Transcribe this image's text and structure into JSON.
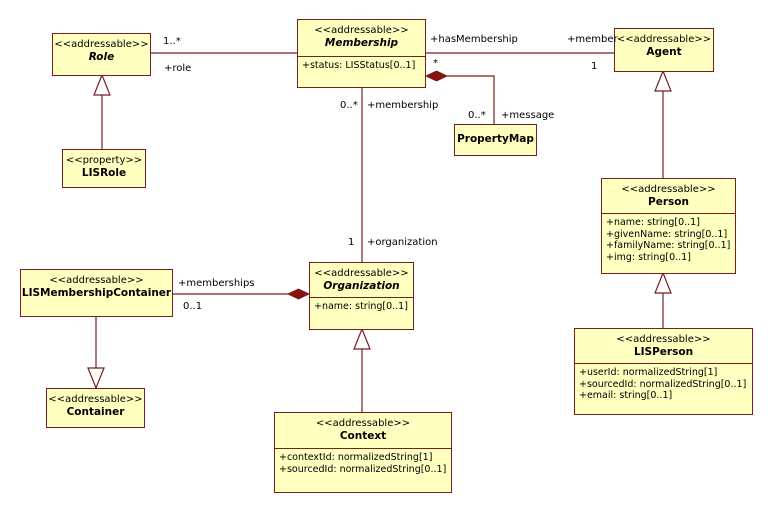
{
  "diagram": {
    "type": "UML class diagram",
    "classes": {
      "role": {
        "stereotype": "<<addressable>>",
        "name": "Role",
        "abstract": true,
        "attributes": []
      },
      "lisrole": {
        "stereotype": "<<property>>",
        "name": "LISRole",
        "abstract": false,
        "attributes": []
      },
      "membership": {
        "stereotype": "<<addressable>>",
        "name": "Membership",
        "abstract": true,
        "attributes": [
          "+status: LISStatus[0..1]"
        ]
      },
      "propertymap": {
        "stereotype": "",
        "name": "PropertyMap",
        "abstract": false,
        "attributes": []
      },
      "agent": {
        "stereotype": "<<addressable>>",
        "name": "Agent",
        "abstract": false,
        "attributes": []
      },
      "person": {
        "stereotype": "<<addressable>>",
        "name": "Person",
        "abstract": false,
        "attributes": [
          "+name: string[0..1]",
          "+givenName: string[0..1]",
          "+familyName: string[0..1]",
          "+img: string[0..1]"
        ]
      },
      "lisperson": {
        "stereotype": "<<addressable>>",
        "name": "LISPerson",
        "abstract": false,
        "attributes": [
          "+userId: normalizedString[1]",
          "+sourcedId: normalizedString[0..1]",
          "+email: string[0..1]"
        ]
      },
      "lismembershipcontainer": {
        "stereotype": "<<addressable>>",
        "name": "LISMembershipContainer",
        "abstract": false,
        "attributes": []
      },
      "container": {
        "stereotype": "<<addressable>>",
        "name": "Container",
        "abstract": false,
        "attributes": []
      },
      "organization": {
        "stereotype": "<<addressable>>",
        "name": "Organization",
        "abstract": true,
        "attributes": [
          "+name: string[0..1]"
        ]
      },
      "context": {
        "stereotype": "<<addressable>>",
        "name": "Context",
        "abstract": false,
        "attributes": [
          "+contextId: normalizedString[1]",
          "+sourcedId: normalizedString[0..1]"
        ]
      }
    },
    "relationships": {
      "membership_role": {
        "kind": "association",
        "from": "Membership",
        "to": "Role",
        "role": "+role",
        "multiplicity": "1..*"
      },
      "membership_agent": {
        "kind": "association",
        "from": "Membership",
        "to": "Agent",
        "source_role": "+hasMembership",
        "source_multiplicity": "*",
        "target_role": "+member",
        "target_multiplicity": "1"
      },
      "membership_propertymap": {
        "kind": "composition",
        "from": "Membership",
        "to": "PropertyMap",
        "role": "+message",
        "multiplicity": "0..*"
      },
      "membership_organization": {
        "kind": "association",
        "from": "Membership",
        "to": "Organization",
        "source_role": "+membership",
        "source_multiplicity": "0..*",
        "target_role": "+organization",
        "target_multiplicity": "1"
      },
      "organization_container": {
        "kind": "composition",
        "from": "Organization",
        "to": "LISMembershipContainer",
        "role": "+memberships",
        "multiplicity": "0..1"
      },
      "lisrole_role": {
        "kind": "generalization",
        "child": "LISRole",
        "parent": "Role"
      },
      "person_agent": {
        "kind": "generalization",
        "child": "Person",
        "parent": "Agent"
      },
      "lisperson_person": {
        "kind": "generalization",
        "child": "LISPerson",
        "parent": "Person"
      },
      "container_gen": {
        "kind": "generalization",
        "child": "LISMembershipContainer",
        "parent": "Container"
      },
      "context_organization": {
        "kind": "generalization",
        "child": "Context",
        "parent": "Organization"
      }
    }
  }
}
